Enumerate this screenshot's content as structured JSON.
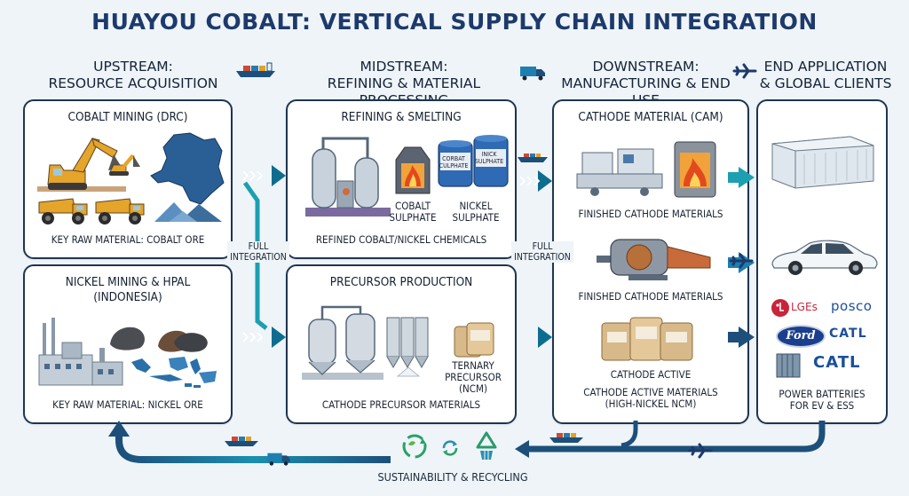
{
  "title": "HUAYOU COBALT: VERTICAL SUPPLY CHAIN INTEGRATION",
  "columns": {
    "upstream": {
      "line1": "UPSTREAM:",
      "line2": "RESOURCE ACQUISITION"
    },
    "midstream": {
      "line1": "MIDSTREAM:",
      "line2": "REFINING & MATERIAL PROCESSING"
    },
    "downstream": {
      "line1": "DOWNSTREAM:",
      "line2": "MANUFACTURING & END USE"
    },
    "end": {
      "line1": "END APPLICATION",
      "line2": "& GLOBAL CLIENTS"
    }
  },
  "cobalt_mining": {
    "title": "COBALT MINING (DRC)",
    "caption": "KEY RAW MATERIAL: COBALT ORE"
  },
  "nickel_mining": {
    "title_line1": "NICKEL MINING & HPAL",
    "title_line2": "(INDONESIA)",
    "caption": "KEY RAW MATERIAL: NICKEL ORE"
  },
  "refining": {
    "title": "REFINING & SMELTING",
    "cobalt_line1": "COBALT",
    "cobalt_line2": "SULPHATE",
    "nickel_line1": "NICKEL",
    "nickel_line2": "SULPHATE",
    "drum1_line1": "CORBAT",
    "drum1_line2": "CULPHATE",
    "drum2_line1": "INICK",
    "drum2_line2": "SULPHATE",
    "caption": "REFINED COBALT/NICKEL CHEMICALS"
  },
  "precursor": {
    "title": "PRECURSOR PRODUCTION",
    "ternary_line1": "TERNARY",
    "ternary_line2": "PRECURSOR",
    "ternary_line3": "(NCM)",
    "caption": "CATHODE PRECURSOR MATERIALS"
  },
  "cathode": {
    "title": "CATHODE MATERIAL (CAM)",
    "caption1": "FINISHED CATHODE MATERIALS",
    "caption2": "FINISHED CATHODE MATERIALS",
    "caption3": "CATHODE ACTIVE",
    "caption4_line1": "CATHODE ACTIVE MATERIALS",
    "caption4_line2": "(HIGH-NICKEL NCM)"
  },
  "integration": {
    "left_line1": "FULL",
    "left_line2": "INTEGRATION",
    "right_line1": "FULL",
    "right_line2": "INTEGRATION"
  },
  "clients": {
    "lges": "LGEs",
    "posco": "POSCO",
    "ford": "Ford",
    "catl1": "CATL",
    "catl2": "CATL",
    "caption_line1": "POWER BATTERIES",
    "caption_line2": "FOR EV & ESS"
  },
  "footer": "SUSTAINABILITY & RECYCLING",
  "colors": {
    "navy": "#1d3a6b",
    "teal": "#1c9fb0",
    "deep_blue": "#1d4f7a",
    "border": "#1f3550",
    "background": "#eef4f8"
  }
}
